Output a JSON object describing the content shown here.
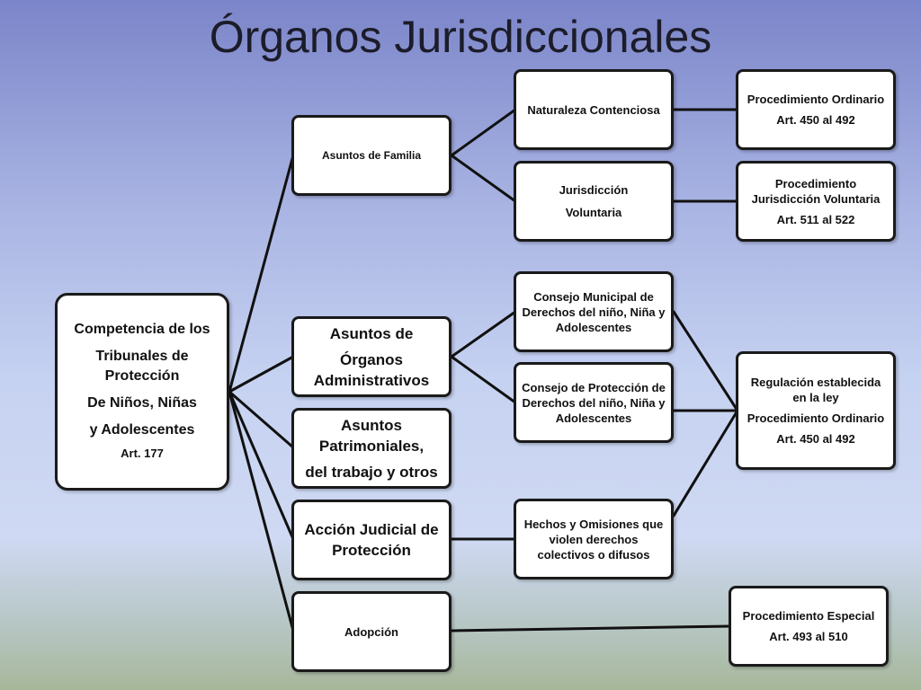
{
  "title": "Órganos Jurisdiccionales",
  "nodes": {
    "root": [
      "Competencia de los",
      "Tribunales de Protección",
      "De Niños, Niñas",
      "y Adolescentes",
      "Art. 177"
    ],
    "familia": [
      "Asuntos de Familia"
    ],
    "organos": [
      "Asuntos de",
      "Órganos Administrativos"
    ],
    "patrimoniales": [
      "Asuntos Patrimoniales,",
      "del trabajo y otros"
    ],
    "accion": [
      "Acción Judicial de Protección"
    ],
    "adopcion": [
      "Adopción"
    ],
    "contenciosa": [
      "Naturaleza Contenciosa"
    ],
    "voluntaria": [
      "Jurisdicción",
      "Voluntaria"
    ],
    "consejo_municipal": [
      "Consejo Municipal de Derechos del niño, Niña y Adolescentes"
    ],
    "consejo_proteccion": [
      "Consejo de Protección de Derechos del niño, Niña y Adolescentes"
    ],
    "hechos": [
      "Hechos y Omisiones que violen derechos colectivos o difusos"
    ],
    "proc_ordinario": [
      "Procedimiento Ordinario",
      "Art. 450 al 492"
    ],
    "proc_voluntaria": [
      "Procedimiento Jurisdicción Voluntaria",
      "Art. 511 al 522"
    ],
    "regulacion": [
      "Regulación establecida en la ley",
      "Procedimiento Ordinario",
      "Art. 450 al 492"
    ],
    "proc_especial": [
      "Procedimiento Especial",
      "Art. 493 al 510"
    ]
  },
  "edges": [
    [
      "root",
      "familia"
    ],
    [
      "root",
      "organos"
    ],
    [
      "root",
      "patrimoniales"
    ],
    [
      "root",
      "accion"
    ],
    [
      "root",
      "adopcion"
    ],
    [
      "familia",
      "contenciosa"
    ],
    [
      "familia",
      "voluntaria"
    ],
    [
      "organos",
      "consejo_municipal"
    ],
    [
      "organos",
      "consejo_proteccion"
    ],
    [
      "accion",
      "hechos"
    ],
    [
      "contenciosa",
      "proc_ordinario"
    ],
    [
      "voluntaria",
      "proc_voluntaria"
    ],
    [
      "consejo_municipal",
      "regulacion"
    ],
    [
      "consejo_proteccion",
      "regulacion"
    ],
    [
      "hechos",
      "regulacion"
    ],
    [
      "adopcion",
      "proc_especial"
    ]
  ]
}
